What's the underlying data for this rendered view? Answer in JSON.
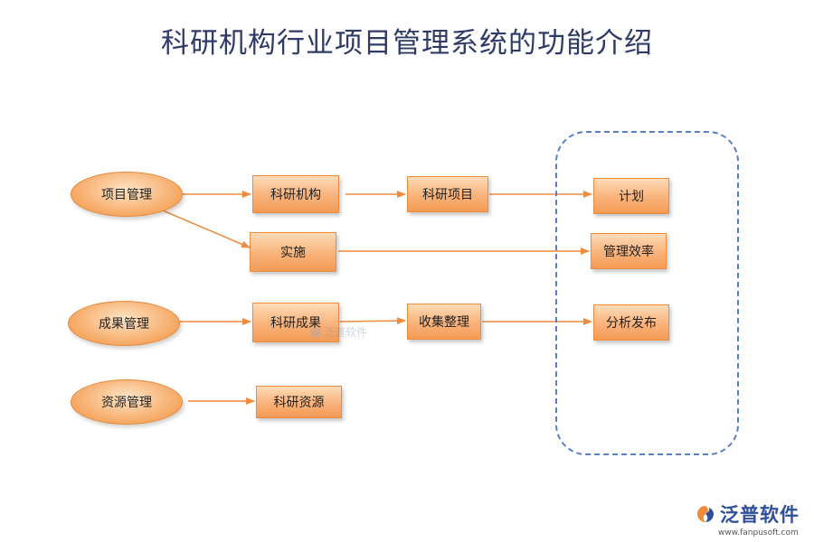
{
  "title": "科研机构行业项目管理系统的功能介绍",
  "nodes": {
    "xiangmu_guanli": "项目管理",
    "chengguo_guanli": "成果管理",
    "ziyuan_guanli": "资源管理",
    "keyan_jigou": "科研机构",
    "keyan_xiangmu": "科研项目",
    "shishi": "实施",
    "keyan_chengguo": "科研成果",
    "shouji_zhengli": "收集整理",
    "keyan_ziyuan": "科研资源",
    "jihua": "计划",
    "guanli_xiaolv": "管理效率",
    "fenxi_fabu": "分析发布"
  },
  "edges": [
    [
      "xiangmu_guanli",
      "keyan_jigou"
    ],
    [
      "keyan_jigou",
      "keyan_xiangmu"
    ],
    [
      "keyan_xiangmu",
      "jihua"
    ],
    [
      "xiangmu_guanli",
      "shishi"
    ],
    [
      "shishi",
      "guanli_xiaolv"
    ],
    [
      "chengguo_guanli",
      "keyan_chengguo"
    ],
    [
      "keyan_chengguo",
      "shouji_zhengli"
    ],
    [
      "shouji_zhengli",
      "fenxi_fabu"
    ],
    [
      "ziyuan_guanli",
      "keyan_ziyuan"
    ]
  ],
  "watermark": "泛普软件",
  "logo": {
    "name": "泛普软件",
    "url": "www.fanpusoft.com"
  },
  "colors": {
    "node_fill": "#f9b27a",
    "node_border": "#ec8c41",
    "arrow": "#f08a3c",
    "group_border": "#5b7fc4",
    "title": "#2f3b66"
  }
}
